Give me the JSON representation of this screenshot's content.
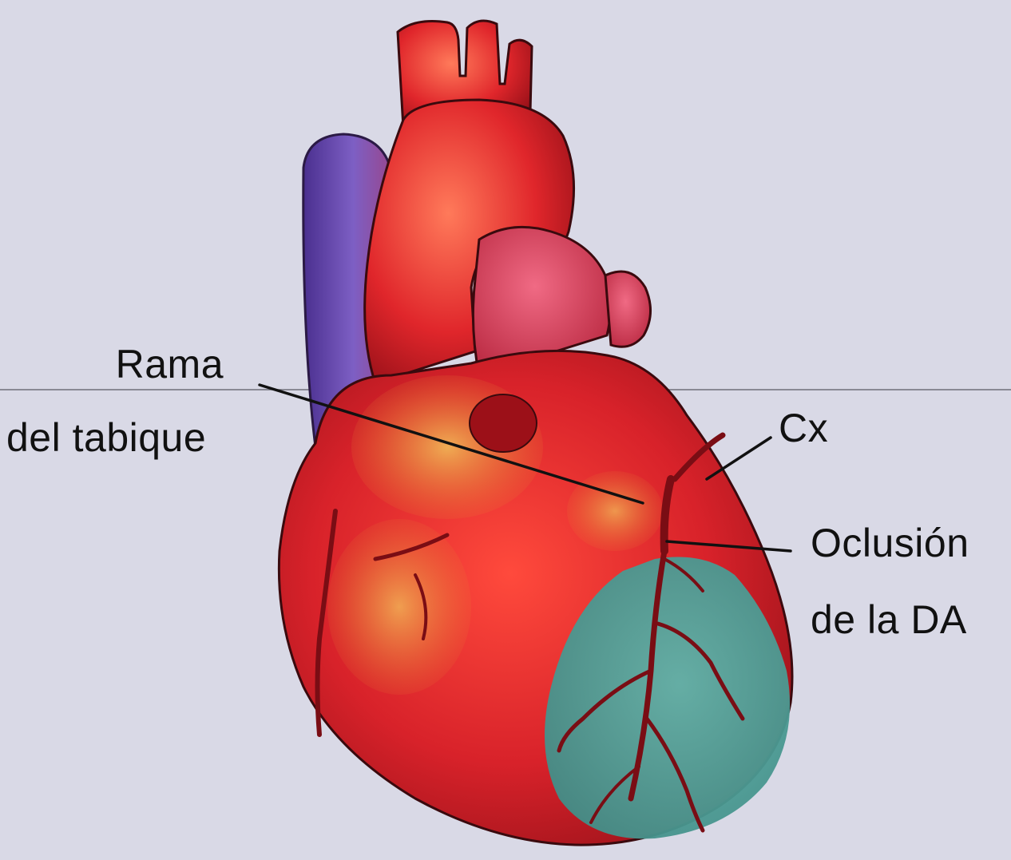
{
  "labels": {
    "rama_line1": "Rama",
    "rama_line2": "del tabique",
    "cx": "Cx",
    "occlusion_line1": "Oclusión",
    "occlusion_line2": "de la DA"
  },
  "colors": {
    "background": "#d9d9e6",
    "heart_red": "#d8222a",
    "heart_dark": "#8e0f17",
    "vein_blue": "#6c4fb0",
    "ischemic_zone": "#4f9f98",
    "fat_yellow": "#e6a23a",
    "leader_line": "#111111"
  }
}
